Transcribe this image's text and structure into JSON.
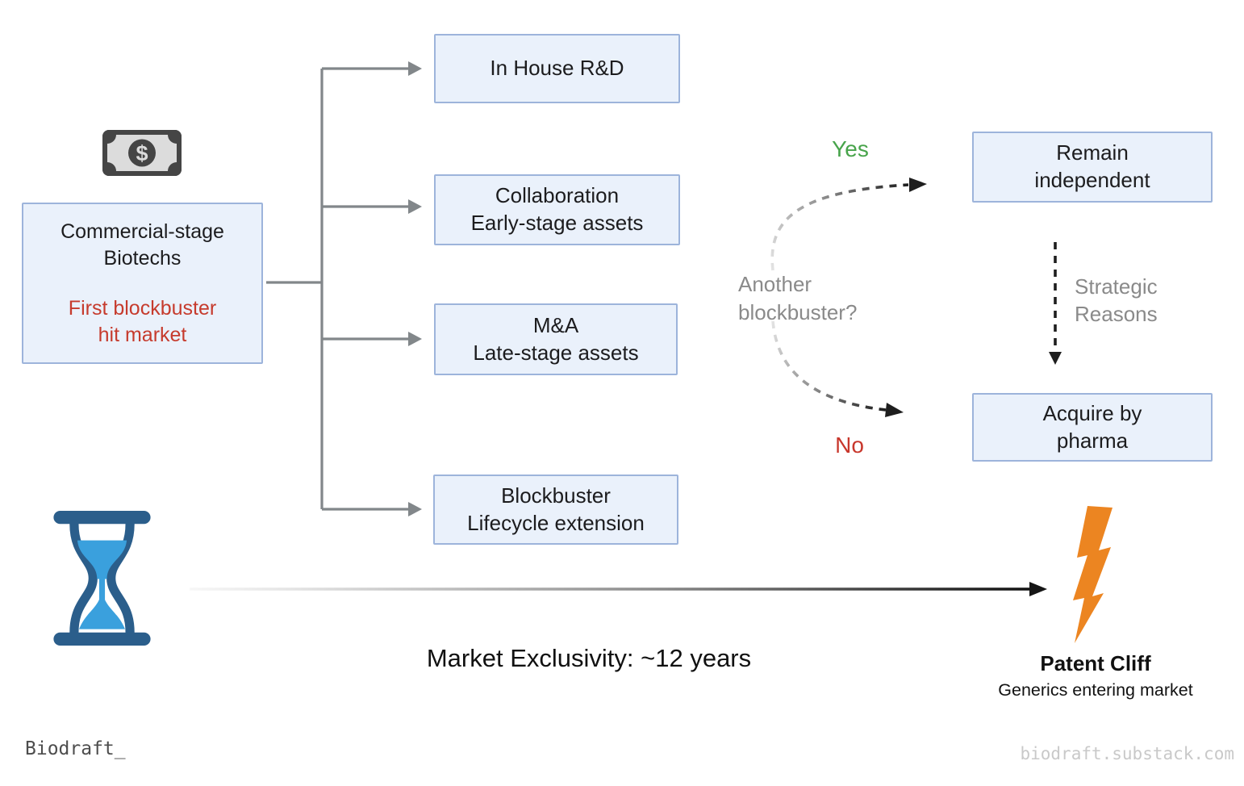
{
  "diagram": {
    "source": {
      "title_lines": [
        "Commercial-stage",
        "Biotechs"
      ],
      "highlight_lines": [
        "First blockbuster",
        "hit market"
      ]
    },
    "strategies": [
      [
        "In House R&D"
      ],
      [
        "Collaboration",
        "Early-stage assets"
      ],
      [
        "M&A",
        "Late-stage assets"
      ],
      [
        "Blockbuster",
        "Lifecycle extension"
      ]
    ],
    "decision": {
      "question_lines": [
        "Another",
        "blockbuster?"
      ],
      "yes": "Yes",
      "no": "No"
    },
    "outcomes": {
      "remain_lines": [
        "Remain",
        "independent"
      ],
      "acquire_lines": [
        "Acquire by",
        "pharma"
      ],
      "transition_lines": [
        "Strategic",
        "Reasons"
      ]
    },
    "timeline": {
      "exclusivity_label": "Market Exclusivity: ~12 years",
      "event_title": "Patent Cliff",
      "event_subtitle": "Generics entering market"
    }
  },
  "icons": {
    "money": "banknote-dollar-icon",
    "money_symbol": "$",
    "hourglass": "hourglass-icon",
    "bolt": "lightning-bolt-icon"
  },
  "footer": {
    "brand": "Biodraft_",
    "site": "biodraft.substack.com"
  },
  "colors": {
    "box_fill": "#eaf1fb",
    "box_border": "#9db4db",
    "accent_red": "#c63b2d",
    "accent_green": "#48a44b",
    "gray_text": "#8a8a8a",
    "connector_gray": "#82878a",
    "hourglass_dark": "#2b5e8b",
    "hourglass_light": "#3aa0dd",
    "bolt_orange": "#ec8521"
  }
}
